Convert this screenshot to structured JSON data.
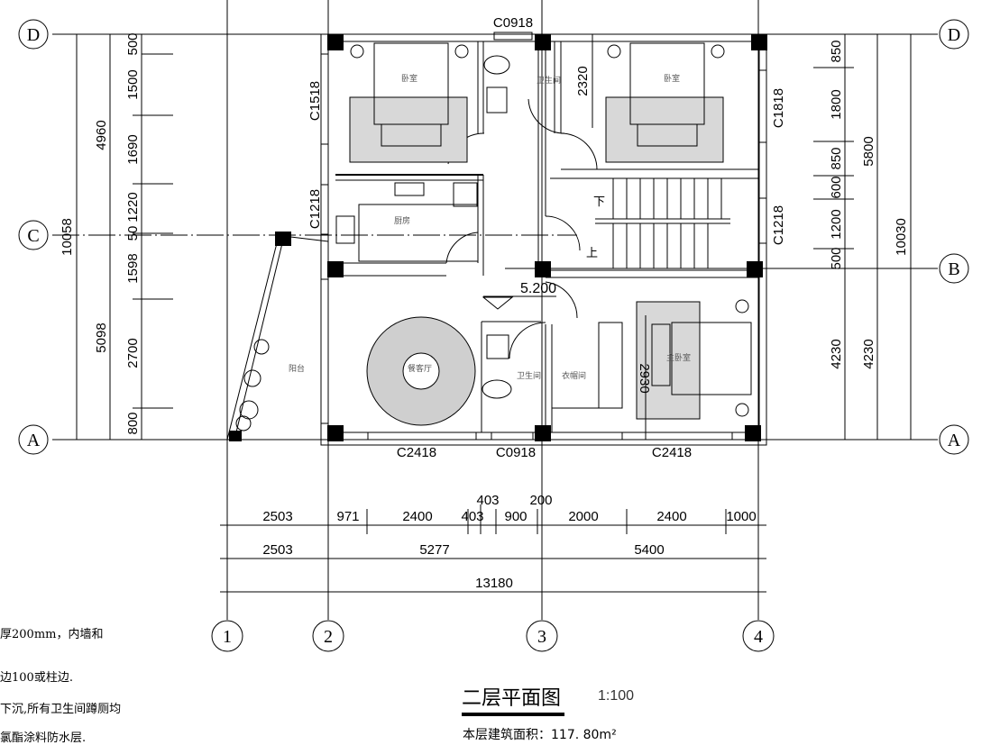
{
  "drawing": {
    "title": "二层平面图",
    "scale": "1:100",
    "area_label": "本层建筑面积：117. 80m²"
  },
  "notes": [
    "厚200mm，内墙和",
    "边100或柱边.",
    "下沉,所有卫生间蹲厕均",
    "氯酯涂料防水层."
  ],
  "axes": {
    "columns": [
      "1",
      "2",
      "3",
      "4"
    ],
    "rows": [
      "D",
      "C",
      "B",
      "A"
    ]
  },
  "rooms": {
    "bedroom_left": "卧室",
    "bedroom_right": "卧室",
    "bath_top": "卫生间",
    "kitchen": "厨房",
    "balcony": "阳台",
    "dining_living": "餐客厅",
    "bath_bottom": "卫生间",
    "closet": "衣帽间",
    "master_bedroom": "主卧室",
    "stair_down": "下",
    "stair_up": "上"
  },
  "windows": {
    "top": "C0918",
    "left_bedroom": "C1518",
    "right_bedroom": "C1818",
    "kitchen": "C1218",
    "stair": "C1218",
    "bottom_left": "C2418",
    "bottom_mid": "C0918",
    "bottom_right": "C2418"
  },
  "elevation": "5.200",
  "inner_dims": {
    "bath_depth": "2320",
    "master_depth": "2930"
  },
  "dims_left": {
    "total": "10058",
    "upper": "4960",
    "lower": "5098",
    "segments": [
      "500",
      "1500",
      "1690",
      "1220",
      "50",
      "1598",
      "2700",
      "800"
    ]
  },
  "dims_right": {
    "total": "10030",
    "upper": "5800",
    "lower_outer": "4230",
    "lower_inner": "4230",
    "segments": [
      "850",
      "1800",
      "850",
      "600",
      "1200",
      "500"
    ]
  },
  "dims_bottom": {
    "segments": [
      "2503",
      "971",
      "2400",
      "403",
      "403",
      "900",
      "200",
      "2000",
      "2400",
      "1000"
    ],
    "middle": [
      "2503",
      "5277",
      "5400"
    ],
    "total": "13180"
  }
}
